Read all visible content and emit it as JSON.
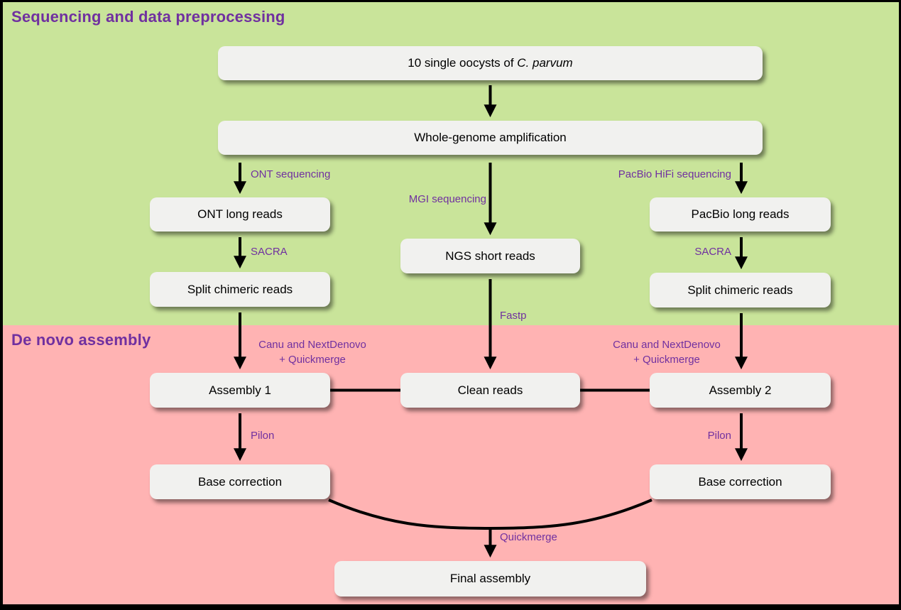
{
  "colors": {
    "section_preprocessing_bg": "#c9e49a",
    "section_assembly_bg": "#ffb3b3",
    "node_bg": "#f1f1ef",
    "heading_text": "#7030a0",
    "edge_label_text": "#7030a0",
    "arrow": "#000000"
  },
  "sections": {
    "preprocessing": {
      "title": "Sequencing and data preprocessing"
    },
    "assembly": {
      "title": "De novo assembly"
    }
  },
  "nodes": {
    "oocysts": {
      "prefix": "10 single oocysts of ",
      "species": "C. parvum"
    },
    "wga": {
      "label": "Whole-genome amplification"
    },
    "ont_long_reads": {
      "label": "ONT long reads"
    },
    "ngs_short_reads": {
      "label": "NGS short reads"
    },
    "pacbio_long_reads": {
      "label": "PacBio long reads"
    },
    "split_chimeric_left": {
      "label": "Split chimeric reads"
    },
    "split_chimeric_right": {
      "label": "Split chimeric reads"
    },
    "assembly_1": {
      "label": "Assembly 1"
    },
    "clean_reads": {
      "label": "Clean reads"
    },
    "assembly_2": {
      "label": "Assembly 2"
    },
    "base_correction_left": {
      "label": "Base correction"
    },
    "base_correction_right": {
      "label": "Base correction"
    },
    "final_assembly": {
      "label": "Final assembly"
    }
  },
  "edge_labels": {
    "ont_sequencing": "ONT sequencing",
    "mgi_sequencing": "MGI sequencing",
    "pacbio_hifi_sequencing": "PacBio HiFi sequencing",
    "sacra_left": "SACRA",
    "sacra_right": "SACRA",
    "fastp": "Fastp",
    "canu_left": {
      "line1": "Canu and NextDenovo",
      "line2": "+ Quickmerge"
    },
    "canu_right": {
      "line1": "Canu and NextDenovo",
      "line2": "+ Quickmerge"
    },
    "pilon_left": "Pilon",
    "pilon_right": "Pilon",
    "quickmerge": "Quickmerge"
  }
}
